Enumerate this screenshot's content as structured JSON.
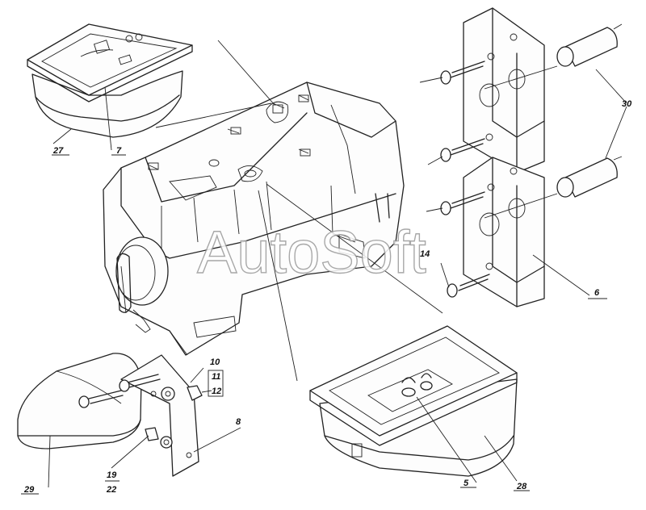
{
  "watermark": "AutoSoft",
  "callouts": {
    "c27": "27",
    "c7": "7",
    "c30": "30",
    "c14": "14",
    "c6": "6",
    "c10": "10",
    "c11": "11",
    "c12": "12",
    "c8": "8",
    "c19": "19",
    "c22": "22",
    "c29": "29",
    "c5": "5",
    "c28": "28"
  }
}
